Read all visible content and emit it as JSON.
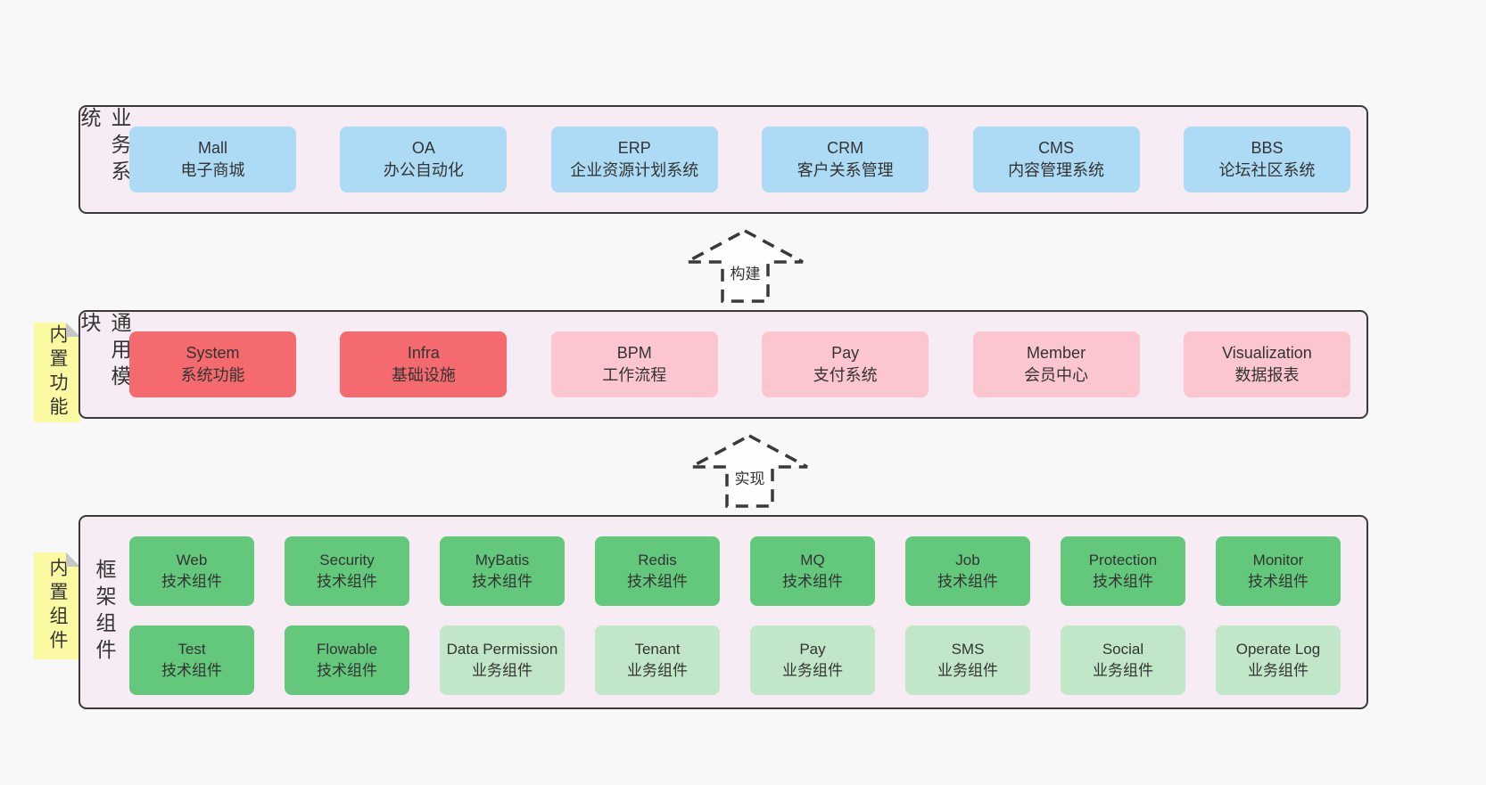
{
  "colors": {
    "page_bg": "#f8f8f8",
    "band_bg": "#f7ecf4",
    "band_border": "#3a3a3a",
    "blue_box": "#addbf5",
    "red_box": "#f46a6e",
    "pink_box": "#fcc6d0",
    "green_box": "#63c87c",
    "light_green_box": "#c1e7c8",
    "note_yellow": "#fbf9a2",
    "text": "#333333"
  },
  "band_business": {
    "label": "业务系统",
    "items": [
      {
        "title": "Mall",
        "subtitle": "电子商城"
      },
      {
        "title": "OA",
        "subtitle": "办公自动化"
      },
      {
        "title": "ERP",
        "subtitle": "企业资源计划系统"
      },
      {
        "title": "CRM",
        "subtitle": "客户关系管理"
      },
      {
        "title": "CMS",
        "subtitle": "内容管理系统"
      },
      {
        "title": "BBS",
        "subtitle": "论坛社区系统"
      }
    ]
  },
  "arrow_build": {
    "label": "构建"
  },
  "band_modules": {
    "label": "通用模块",
    "note": "内置功能",
    "items": [
      {
        "title": "System",
        "subtitle": "系统功能"
      },
      {
        "title": "Infra",
        "subtitle": "基础设施"
      },
      {
        "title": "BPM",
        "subtitle": "工作流程"
      },
      {
        "title": "Pay",
        "subtitle": "支付系统"
      },
      {
        "title": "Member",
        "subtitle": "会员中心"
      },
      {
        "title": "Visualization",
        "subtitle": "数据报表"
      }
    ]
  },
  "arrow_implement": {
    "label": "实现"
  },
  "band_framework": {
    "label": "框架组件",
    "note": "内置组件",
    "row1": [
      {
        "title": "Web",
        "subtitle": "技术组件"
      },
      {
        "title": "Security",
        "subtitle": "技术组件"
      },
      {
        "title": "MyBatis",
        "subtitle": "技术组件"
      },
      {
        "title": "Redis",
        "subtitle": "技术组件"
      },
      {
        "title": "MQ",
        "subtitle": "技术组件"
      },
      {
        "title": "Job",
        "subtitle": "技术组件"
      },
      {
        "title": "Protection",
        "subtitle": "技术组件"
      },
      {
        "title": "Monitor",
        "subtitle": "技术组件"
      }
    ],
    "row2": [
      {
        "title": "Test",
        "subtitle": "技术组件"
      },
      {
        "title": "Flowable",
        "subtitle": "技术组件"
      },
      {
        "title": "Data Permission",
        "subtitle": "业务组件"
      },
      {
        "title": "Tenant",
        "subtitle": "业务组件"
      },
      {
        "title": "Pay",
        "subtitle": "业务组件"
      },
      {
        "title": "SMS",
        "subtitle": "业务组件"
      },
      {
        "title": "Social",
        "subtitle": "业务组件"
      },
      {
        "title": "Operate Log",
        "subtitle": "业务组件"
      }
    ]
  }
}
